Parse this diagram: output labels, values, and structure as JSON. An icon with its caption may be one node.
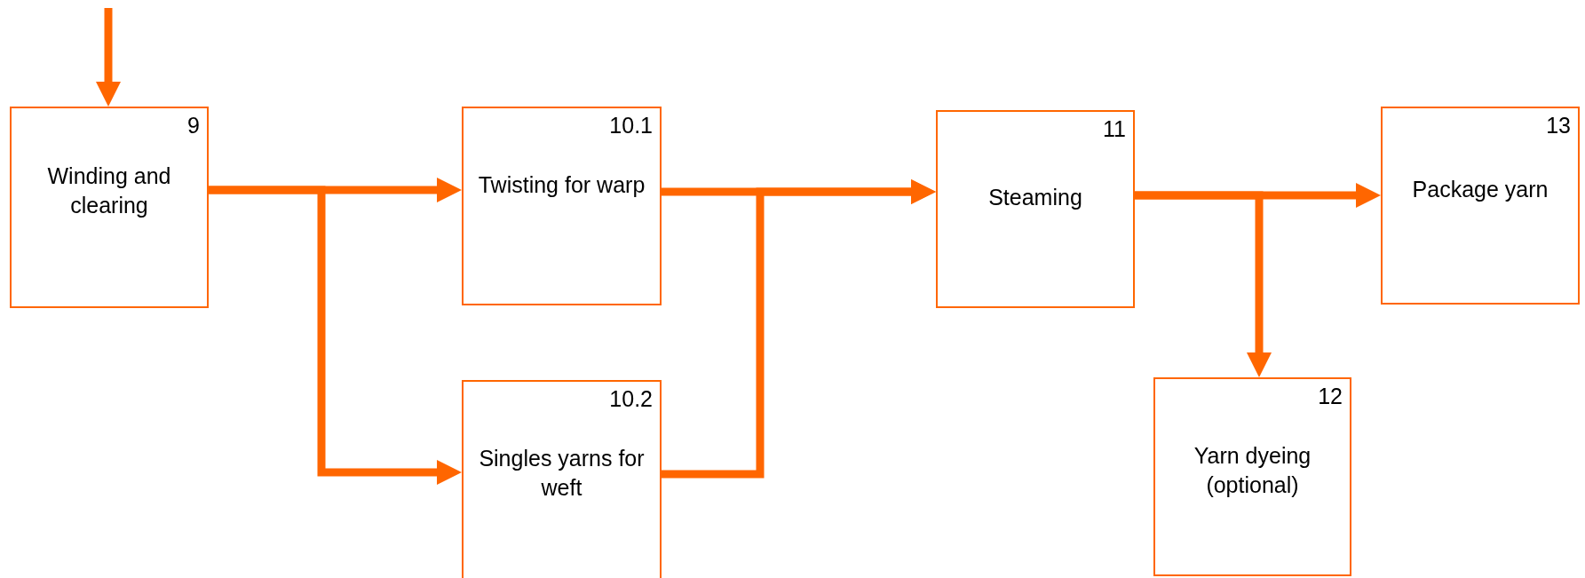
{
  "diagram": {
    "nodes": [
      {
        "text": [
          "9",
          "Winding and clearing"
        ]
      },
      {
        "text": [
          "10.1",
          "Twisting for warp"
        ]
      },
      {
        "text": [
          "10.2",
          "Singles yarns for weft"
        ]
      },
      {
        "text": [
          "11",
          "Steaming"
        ]
      },
      {
        "text": [
          "12",
          "Yarn dyeing (optional)"
        ]
      },
      {
        "text": [
          "13",
          "Package yarn"
        ]
      }
    ],
    "edges": [
      {
        "from": null,
        "to": 0,
        "arrow": "to"
      },
      {
        "from": 0,
        "to": 1,
        "arrow": "to"
      },
      {
        "from": 0,
        "to": 2,
        "arrow": "to"
      },
      {
        "from": 1,
        "to": 3,
        "arrow": "to"
      },
      {
        "from": 2,
        "to": 3,
        "arrow": "to"
      },
      {
        "from": 3,
        "to": 5,
        "arrow": "to"
      },
      {
        "from": 3,
        "to": 4,
        "arrow": "to"
      }
    ]
  }
}
